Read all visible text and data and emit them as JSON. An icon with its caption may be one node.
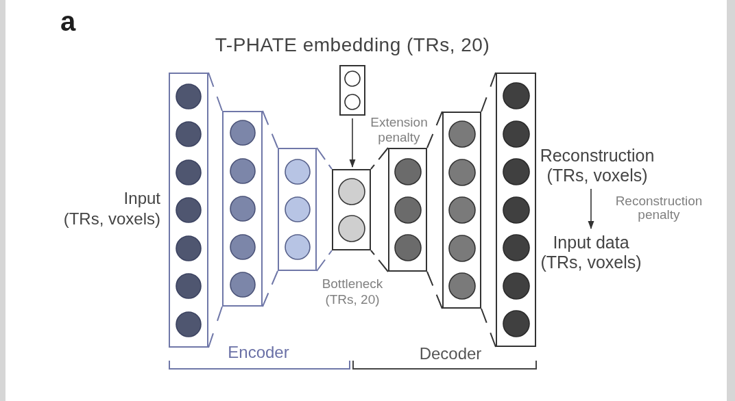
{
  "diagram": {
    "nodes": [
      {
        "text": [],
        "shape": "box",
        "beside": [
          "Input (TRs, voxels)"
        ]
      },
      {
        "text": [],
        "shape": "box"
      },
      {
        "text": [],
        "shape": "box"
      },
      {
        "text": [],
        "shape": "box",
        "beside": [
          "T-PHATE embedding (TRs, 20)"
        ]
      },
      {
        "text": [],
        "shape": "box"
      },
      {
        "text": [],
        "shape": "box"
      },
      {
        "text": [],
        "shape": "box"
      },
      {
        "text": [],
        "shape": "box"
      },
      {
        "text": [
          "Reconstruction (TRs, voxels)"
        ]
      },
      {
        "text": [
          "Input data (TRs, voxels)"
        ]
      }
    ],
    "edges": [
      {
        "from": 3,
        "to": 4,
        "arrow": "to",
        "label": "Extension penalty"
      },
      {
        "from": 0,
        "to": 1,
        "arrow": "none",
        "style": "dashed",
        "color": "#6f77a8"
      },
      {
        "from": 0,
        "to": 1,
        "arrow": "none",
        "style": "dashed",
        "color": "#6f77a8"
      },
      {
        "from": 1,
        "to": 2,
        "arrow": "none",
        "style": "dashed",
        "color": "#6f77a8"
      },
      {
        "from": 1,
        "to": 2,
        "arrow": "none",
        "style": "dashed",
        "color": "#6f77a8"
      },
      {
        "from": 2,
        "to": 4,
        "arrow": "none",
        "style": "dashed",
        "color": "#6f77a8"
      },
      {
        "from": 2,
        "to": 4,
        "arrow": "none",
        "style": "dashed",
        "color": "#6f77a8"
      },
      {
        "from": 4,
        "to": 5,
        "arrow": "none",
        "style": "dashed"
      },
      {
        "from": 4,
        "to": 5,
        "arrow": "none",
        "style": "dashed"
      },
      {
        "from": 5,
        "to": 6,
        "arrow": "none",
        "style": "dashed"
      },
      {
        "from": 5,
        "to": 6,
        "arrow": "none",
        "style": "dashed"
      },
      {
        "from": 6,
        "to": 7,
        "arrow": "none",
        "style": "dashed"
      },
      {
        "from": 6,
        "to": 7,
        "arrow": "none",
        "style": "dashed"
      },
      {
        "from": 8,
        "to": 9,
        "arrow": "to",
        "label": "Reconstruction penalty"
      }
    ],
    "labels": [
      "a",
      "Bottleneck (TRs, 20)",
      "Encoder",
      "Decoder"
    ]
  }
}
